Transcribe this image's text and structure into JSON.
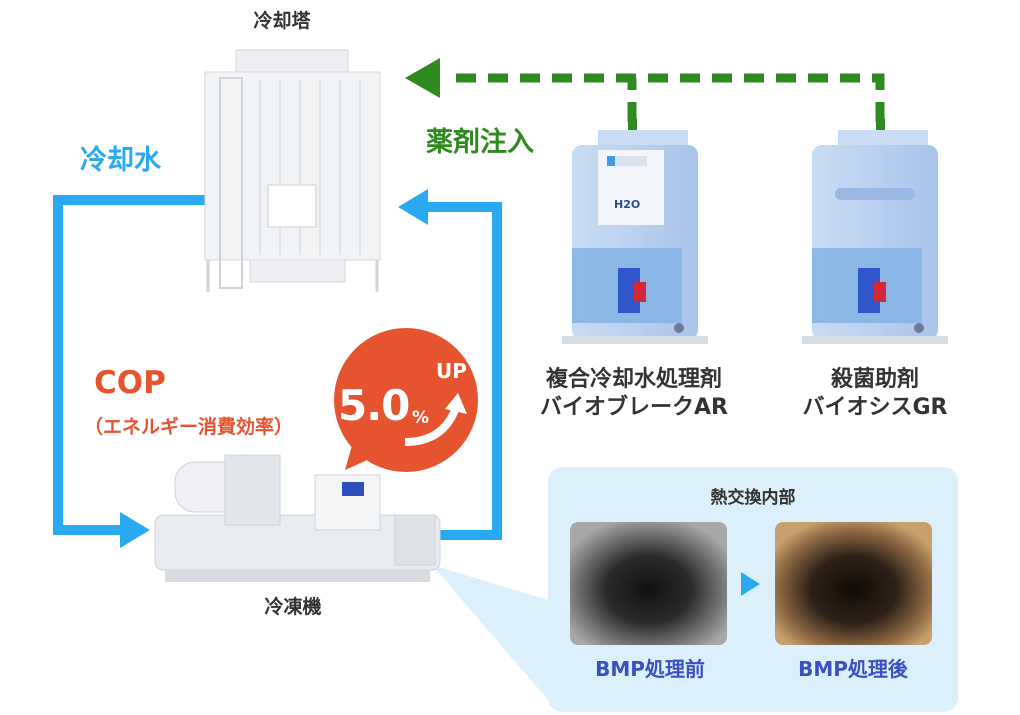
{
  "cooling_tower": {
    "label": "冷却塔"
  },
  "chemical_injection": {
    "label": "薬剤注入",
    "color": "#2f8a1f"
  },
  "cooling_water": {
    "label": "冷却水",
    "color": "#29a9f0"
  },
  "products": [
    {
      "line1": "複合冷却水処理剤",
      "line2": "バイオブレークAR",
      "logo": "H2O"
    },
    {
      "line1": "殺菌助剤",
      "line2": "バイオシスGR"
    }
  ],
  "cop": {
    "title": "COP",
    "subtitle": "（エネルギー消費効率）",
    "value": "5.0",
    "unit": "%",
    "direction": "UP",
    "color": "#e5532f"
  },
  "chiller": {
    "label": "冷凍機"
  },
  "heat_exchanger": {
    "title": "熱交換内部",
    "before_label": "BMP処理前",
    "after_label": "BMP処理後",
    "label_color": "#3a4fc0",
    "panel_color": "#dcf0fb"
  }
}
